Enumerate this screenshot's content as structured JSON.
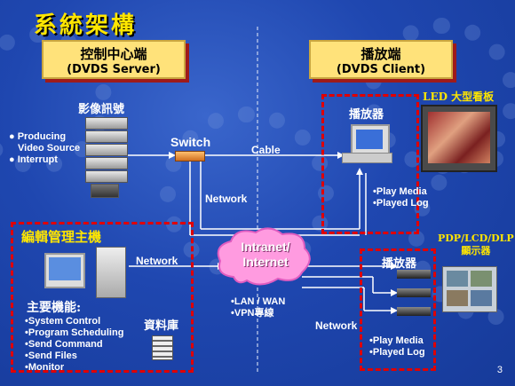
{
  "title": "系統架構",
  "server": {
    "label_zh": "控制中心端",
    "label_en": "(DVDS Server)"
  },
  "client": {
    "label_zh": "播放端",
    "label_en": "(DVDS Client)"
  },
  "video_source": {
    "title": "影像訊號",
    "items": [
      "Producing",
      "Video Source",
      "Interrupt"
    ]
  },
  "switch_label": "Switch",
  "cable_label": "Cable",
  "network_labels": [
    "Network",
    "Network",
    "Network"
  ],
  "player_top": {
    "title": "播放器",
    "items": [
      "Play Media",
      "Played Log"
    ]
  },
  "led": {
    "title": "LED 大型看板"
  },
  "intranet": {
    "line1": "Intranet/",
    "line2": "Internet",
    "items": [
      "LAN / WAN",
      "VPN專線"
    ]
  },
  "edit": {
    "title": "編輯管理主機",
    "func_title": "主要機能:",
    "functions": [
      "System Control",
      "Program Scheduling",
      "Send Command",
      "Send Files",
      "Monitor"
    ],
    "db_label": "資料庫"
  },
  "player_bottom": {
    "title": "播放器",
    "items": [
      "Play Media",
      "Played Log"
    ]
  },
  "display": {
    "title_line1": "PDP/LCD/DLP",
    "title_line2": "顯示器"
  },
  "page_number": "3",
  "colors": {
    "background": "#1f47b0",
    "title": "#ffe600",
    "header_fill": "#ffe27a",
    "dashed_box": "#e00000",
    "switch": "#f0a040"
  }
}
